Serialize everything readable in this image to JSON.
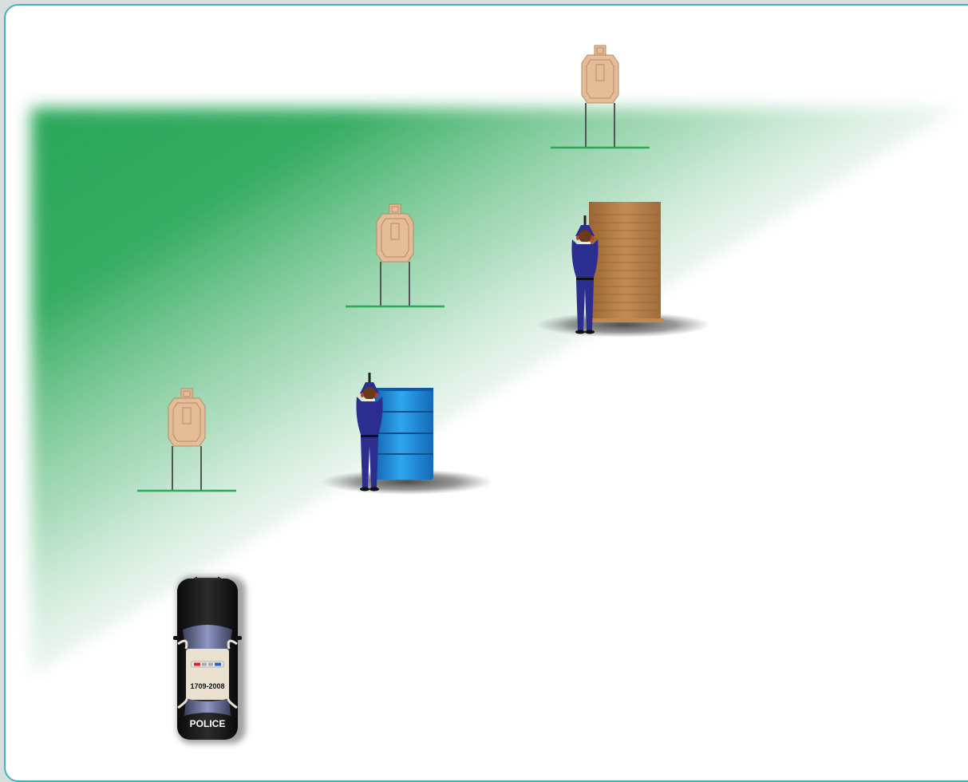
{
  "scene": {
    "colors": {
      "frame_border": "#3fb3c2",
      "field_green": "#2ca85a",
      "target_tan": "#e4bd98",
      "target_line": "#b48a66",
      "stand_line": "#2ca85a",
      "barrel_blue": "#1f8fd6",
      "wall_brown": "#b07a45",
      "officer_uniform": "#2b2d8f",
      "car_black": "#151515"
    },
    "items": [
      {
        "name": "target-far",
        "icon": "target-silhouette"
      },
      {
        "name": "target-middle",
        "icon": "target-silhouette"
      },
      {
        "name": "target-near",
        "icon": "target-silhouette"
      },
      {
        "name": "officer-at-wall",
        "icon": "officer-aiming"
      },
      {
        "name": "officer-at-barrel",
        "icon": "officer-aiming"
      },
      {
        "name": "wooden-wall",
        "icon": "wooden-barricade"
      },
      {
        "name": "blue-barrel",
        "icon": "oil-barrel"
      },
      {
        "name": "police-car",
        "icon": "police-car-top-view"
      }
    ],
    "car": {
      "label": "POLICE",
      "plate": "1709-2008"
    }
  }
}
